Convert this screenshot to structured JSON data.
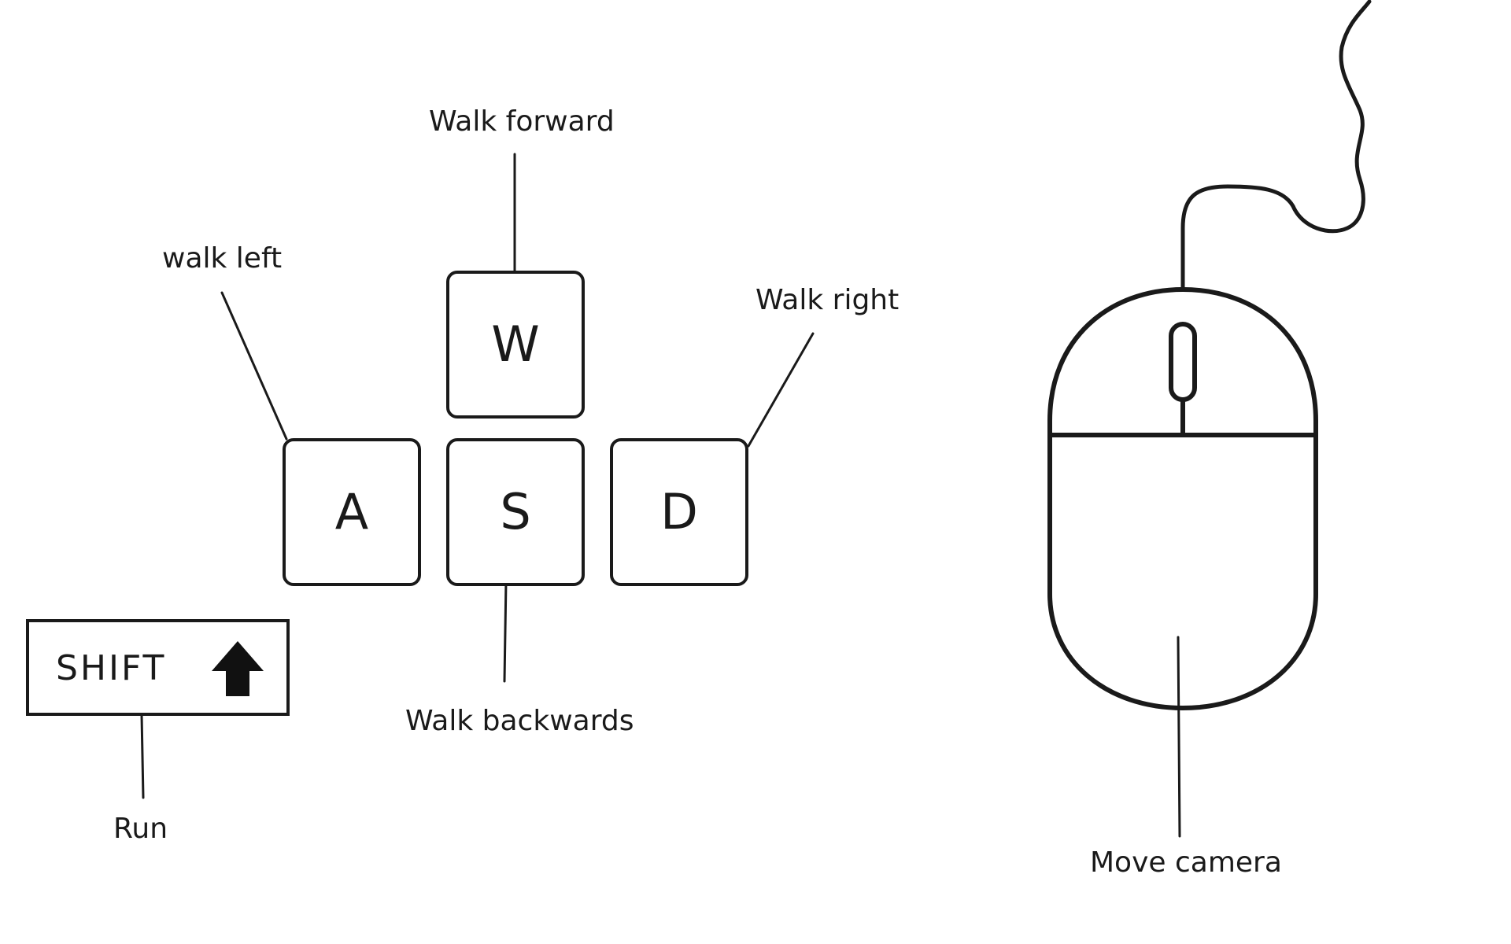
{
  "keys": {
    "w": "W",
    "a": "A",
    "s": "S",
    "d": "D",
    "shift": "SHIFT"
  },
  "labels": {
    "walk_forward": "Walk forward",
    "walk_left": "walk left",
    "walk_right": "Walk right",
    "walk_backwards": "Walk backwards",
    "run": "Run",
    "move_camera": "Move camera"
  },
  "icons": {
    "shift_arrow": "up-arrow-icon",
    "mouse": "mouse-icon"
  },
  "colors": {
    "stroke": "#1a1a1a",
    "background": "#ffffff"
  }
}
